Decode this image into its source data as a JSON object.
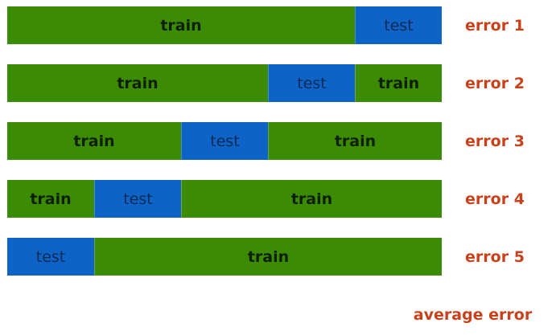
{
  "colors": {
    "train": "#3c8c03",
    "test": "#0d63c6",
    "error_text": "#c9411b"
  },
  "folds": [
    {
      "segments": [
        {
          "label": "train",
          "kind": "train",
          "fraction": 0.8
        },
        {
          "label": "test",
          "kind": "test",
          "fraction": 0.2
        }
      ],
      "error_label": "error 1"
    },
    {
      "segments": [
        {
          "label": "train",
          "kind": "train",
          "fraction": 0.6
        },
        {
          "label": "test",
          "kind": "test",
          "fraction": 0.2
        },
        {
          "label": "train",
          "kind": "train",
          "fraction": 0.2
        }
      ],
      "error_label": "error 2"
    },
    {
      "segments": [
        {
          "label": "train",
          "kind": "train",
          "fraction": 0.4
        },
        {
          "label": "test",
          "kind": "test",
          "fraction": 0.2
        },
        {
          "label": "train",
          "kind": "train",
          "fraction": 0.4
        }
      ],
      "error_label": "error 3"
    },
    {
      "segments": [
        {
          "label": "train",
          "kind": "train",
          "fraction": 0.2
        },
        {
          "label": "test",
          "kind": "test",
          "fraction": 0.2
        },
        {
          "label": "train",
          "kind": "train",
          "fraction": 0.6
        }
      ],
      "error_label": "error 4"
    },
    {
      "segments": [
        {
          "label": "test",
          "kind": "test",
          "fraction": 0.2
        },
        {
          "label": "train",
          "kind": "train",
          "fraction": 0.8
        }
      ],
      "error_label": "error 5"
    }
  ],
  "average_label": "average error"
}
